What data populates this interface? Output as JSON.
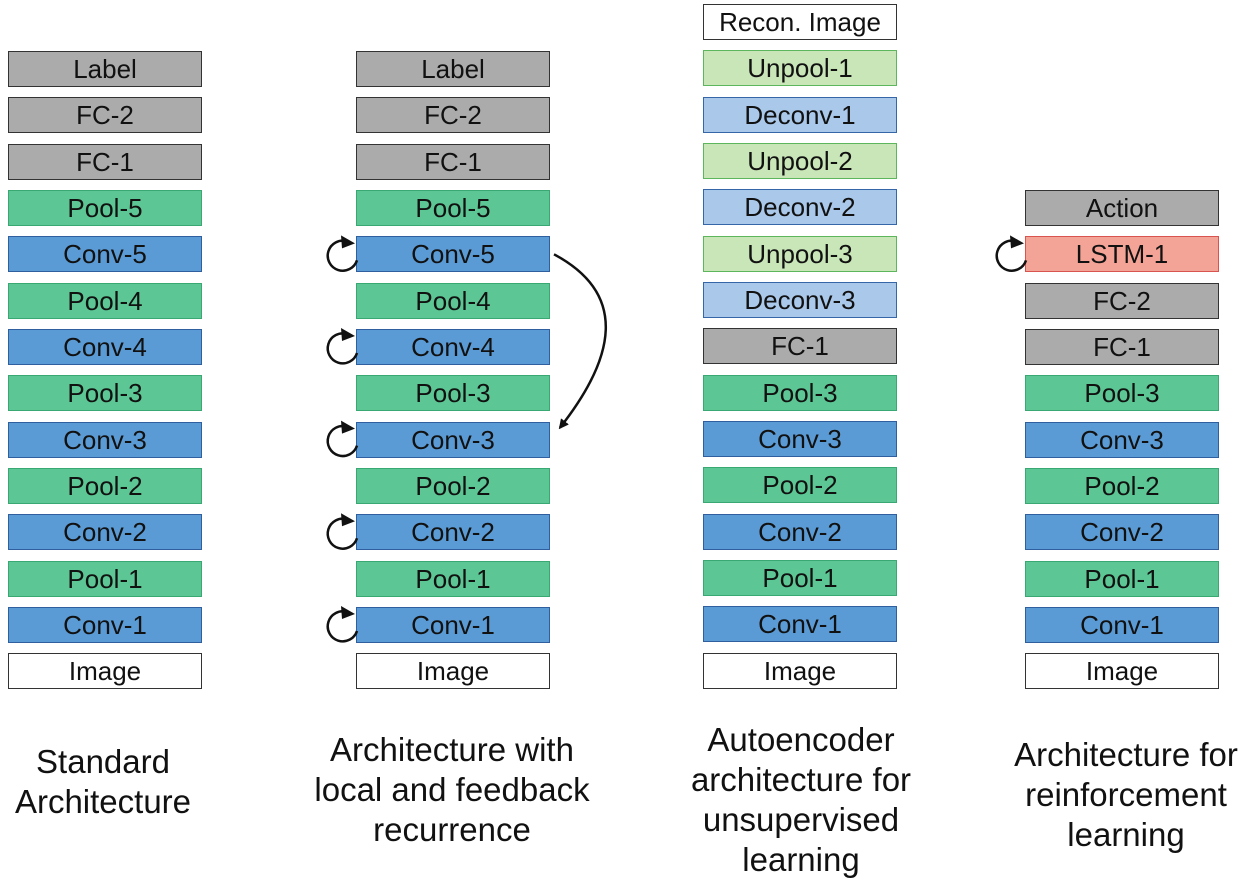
{
  "colors": {
    "gray": "#ababab",
    "green": "#5cc794",
    "blue": "#5b9bd5",
    "white": "#ffffff",
    "light_green": "#c9e6b8",
    "light_blue": "#a9c8ea",
    "salmon": "#f4a496"
  },
  "columns": [
    {
      "caption": [
        "Standard",
        "Architecture"
      ],
      "layers": [
        {
          "label": "Label",
          "color": "gray"
        },
        {
          "label": "FC-2",
          "color": "gray"
        },
        {
          "label": "FC-1",
          "color": "gray"
        },
        {
          "label": "Pool-5",
          "color": "green"
        },
        {
          "label": "Conv-5",
          "color": "blue"
        },
        {
          "label": "Pool-4",
          "color": "green"
        },
        {
          "label": "Conv-4",
          "color": "blue"
        },
        {
          "label": "Pool-3",
          "color": "green"
        },
        {
          "label": "Conv-3",
          "color": "blue"
        },
        {
          "label": "Pool-2",
          "color": "green"
        },
        {
          "label": "Conv-2",
          "color": "blue"
        },
        {
          "label": "Pool-1",
          "color": "green"
        },
        {
          "label": "Conv-1",
          "color": "blue"
        },
        {
          "label": "Image",
          "color": "white"
        }
      ]
    },
    {
      "caption": [
        "Architecture with",
        "local and feedback",
        "recurrence"
      ],
      "layers": [
        {
          "label": "Label",
          "color": "gray"
        },
        {
          "label": "FC-2",
          "color": "gray"
        },
        {
          "label": "FC-1",
          "color": "gray"
        },
        {
          "label": "Pool-5",
          "color": "green"
        },
        {
          "label": "Conv-5",
          "color": "blue",
          "recurrent": true
        },
        {
          "label": "Pool-4",
          "color": "green"
        },
        {
          "label": "Conv-4",
          "color": "blue",
          "recurrent": true
        },
        {
          "label": "Pool-3",
          "color": "green"
        },
        {
          "label": "Conv-3",
          "color": "blue",
          "recurrent": true
        },
        {
          "label": "Pool-2",
          "color": "green"
        },
        {
          "label": "Conv-2",
          "color": "blue",
          "recurrent": true
        },
        {
          "label": "Pool-1",
          "color": "green"
        },
        {
          "label": "Conv-1",
          "color": "blue",
          "recurrent": true
        },
        {
          "label": "Image",
          "color": "white"
        }
      ],
      "feedback": {
        "from": "Conv-5",
        "to": "Conv-3"
      }
    },
    {
      "caption": [
        "Autoencoder",
        "architecture for",
        "unsupervised",
        "learning"
      ],
      "layers": [
        {
          "label": "Recon. Image",
          "color": "white"
        },
        {
          "label": "Unpool-1",
          "color": "light_green"
        },
        {
          "label": "Deconv-1",
          "color": "light_blue"
        },
        {
          "label": "Unpool-2",
          "color": "light_green"
        },
        {
          "label": "Deconv-2",
          "color": "light_blue"
        },
        {
          "label": "Unpool-3",
          "color": "light_green"
        },
        {
          "label": "Deconv-3",
          "color": "light_blue"
        },
        {
          "label": "FC-1",
          "color": "gray"
        },
        {
          "label": "Pool-3",
          "color": "green"
        },
        {
          "label": "Conv-3",
          "color": "blue"
        },
        {
          "label": "Pool-2",
          "color": "green"
        },
        {
          "label": "Conv-2",
          "color": "blue"
        },
        {
          "label": "Pool-1",
          "color": "green"
        },
        {
          "label": "Conv-1",
          "color": "blue"
        },
        {
          "label": "Image",
          "color": "white"
        }
      ]
    },
    {
      "caption": [
        "Architecture for",
        "reinforcement",
        "learning"
      ],
      "layers": [
        {
          "label": "Action",
          "color": "gray"
        },
        {
          "label": "LSTM-1",
          "color": "salmon",
          "recurrent": true
        },
        {
          "label": "FC-2",
          "color": "gray"
        },
        {
          "label": "FC-1",
          "color": "gray"
        },
        {
          "label": "Pool-3",
          "color": "green"
        },
        {
          "label": "Conv-3",
          "color": "blue"
        },
        {
          "label": "Pool-2",
          "color": "green"
        },
        {
          "label": "Conv-2",
          "color": "blue"
        },
        {
          "label": "Pool-1",
          "color": "green"
        },
        {
          "label": "Conv-1",
          "color": "blue"
        },
        {
          "label": "Image",
          "color": "white"
        }
      ]
    }
  ]
}
